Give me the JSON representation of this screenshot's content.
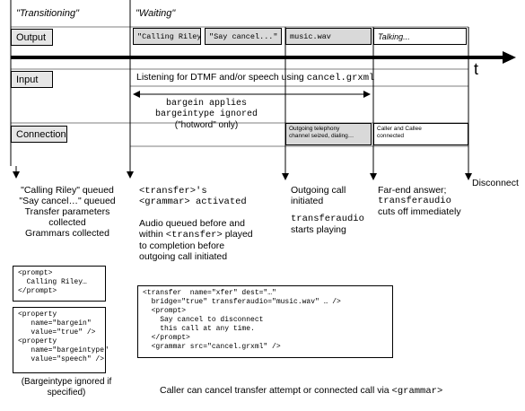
{
  "phases": {
    "transitioning": "\"Transitioning\"",
    "waiting": "\"Waiting\""
  },
  "rows": {
    "output": "Output",
    "input": "Input",
    "connection": "Connection"
  },
  "axis_label": "t",
  "output_cells": [
    "\"Calling Riley.\"",
    "\"Say cancel...\"",
    "music.wav",
    "Talking..."
  ],
  "input_bar": {
    "prefix": "Listening for DTMF and/or speech using ",
    "code": "cancel.grxml"
  },
  "bargein_note": {
    "line1": "bargein applies",
    "line2": "bargeintype ignored",
    "line3": "(\"hotword\" only)"
  },
  "connection_cells": {
    "seized_line1": "Outgoing telephony",
    "seized_line2": "channel seized, dialing…",
    "connected_line1": "Caller and Callee",
    "connected_line2": "connected"
  },
  "events": {
    "col1": [
      "\"Calling Riley\" queued",
      "\"Say cancel…\" queued",
      "Transfer parameters",
      "collected",
      "Grammars collected"
    ],
    "col2_a1": "<transfer>",
    "col2_a2": "'s",
    "col2_b": "<grammar> activated",
    "col2_c1": "Audio queued before and",
    "col2_c2a": "within ",
    "col2_c2b": "<transfer>",
    "col2_c2c": " played",
    "col2_c3": "to completion before",
    "col2_c4": "outgoing call initiated",
    "col3_a": "Outgoing call",
    "col3_b": "initiated",
    "col3_c": "transferaudio",
    "col3_d": "starts playing",
    "col4_a": "Far-end answer;",
    "col4_b": "transferaudio",
    "col4_c": "cuts off immediately",
    "col5": "Disconnect"
  },
  "code_prompt": "<prompt>\n  Calling Riley…\n</prompt>",
  "code_property": "<property\n   name=\"bargein\"\n   value=\"true\" />\n<property\n   name=\"bargeintype\"\n   value=\"speech\" />",
  "bargeintype_note": {
    "line1": "(Bargeintype ignored if",
    "line2": "specified)"
  },
  "code_transfer": "<transfer  name=\"xfer\" dest=\"…\"\n  bridge=\"true\" transferaudio=\"music.wav\" … />\n  <prompt>\n    Say cancel to disconnect\n    this call at any time.\n  </prompt>\n  <grammar src=\"cancel.grxml\" />",
  "footer": {
    "text": "Caller can cancel transfer attempt or connected call via ",
    "code": "<grammar>"
  }
}
